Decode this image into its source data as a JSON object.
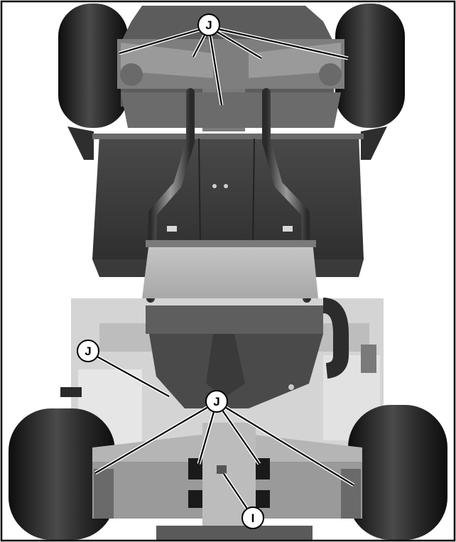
{
  "figure": {
    "callouts": [
      {
        "label": "J"
      },
      {
        "label": "J"
      },
      {
        "label": "J"
      },
      {
        "label": "I"
      }
    ]
  },
  "colors": {
    "frame": "#000000",
    "tire": "#1a1a1a",
    "chassis_dark": "#3a3a3a",
    "chassis_mid": "#5a5a5a",
    "chassis_light": "#8c8c8c",
    "background_parts": "#d6d6d6"
  }
}
